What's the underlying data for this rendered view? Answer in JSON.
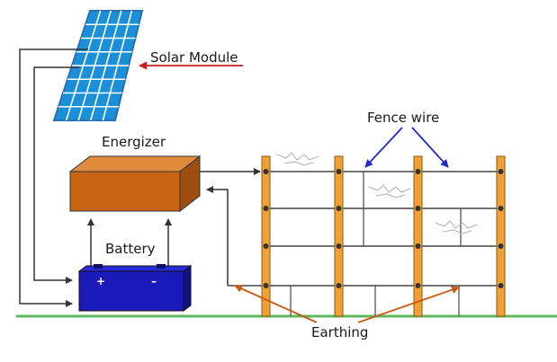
{
  "labels": {
    "solar_module": "Solar Module",
    "energizer": "Energizer",
    "battery": "Battery",
    "fence_wire": "Fence wire",
    "earthing": "Earthing",
    "battery_plus": "+",
    "battery_minus": "–"
  },
  "colors": {
    "solar_panel": "#1b8fd8",
    "solar_frame": "#2a6fb0",
    "energizer": "#c86414",
    "battery": "#1a1ab8",
    "fence_post": "#f0a035",
    "ground": "#5cb85c",
    "solar_arrow": "#c81e1e",
    "fence_arrow": "#1e2bd0",
    "earth_arrow": "#c85a14",
    "wire": "#333333"
  }
}
